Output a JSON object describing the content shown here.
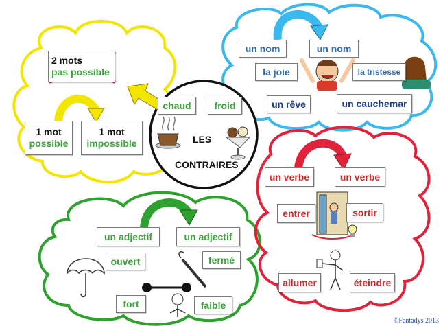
{
  "title": {
    "line1": "LES",
    "line2": "CONTRAIRES"
  },
  "colors": {
    "yellow": "#f2e600",
    "blue": "#3bb8ee",
    "green": "#2ea12e",
    "red": "#e0233a",
    "black": "#111111"
  },
  "center": {
    "word_left": "chaud",
    "word_right": "froid"
  },
  "yellow_bubble": {
    "crossed_line1": "2 mots",
    "crossed_line2": "pas possible",
    "left_line1": "1 mot",
    "left_line2": "possible",
    "right_line1": "1 mot",
    "right_line2": "impossible"
  },
  "blue_bubble": {
    "noun1": "un nom",
    "noun2": "un nom",
    "joie": "la joie",
    "tristesse": "la tristesse",
    "reve": "un rêve",
    "cauchemar": "un cauchemar"
  },
  "red_bubble": {
    "verbe1": "un verbe",
    "verbe2": "un verbe",
    "entrer": "entrer",
    "sortir": "sortir",
    "allumer": "allumer",
    "eteindre": "éteindre"
  },
  "green_bubble": {
    "adj1": "un adjectif",
    "adj2": "un adjectif",
    "ouvert": "ouvert",
    "ferme": "fermé",
    "fort": "fort",
    "faible": "faible"
  },
  "copyright": "©Fantadys 2013"
}
